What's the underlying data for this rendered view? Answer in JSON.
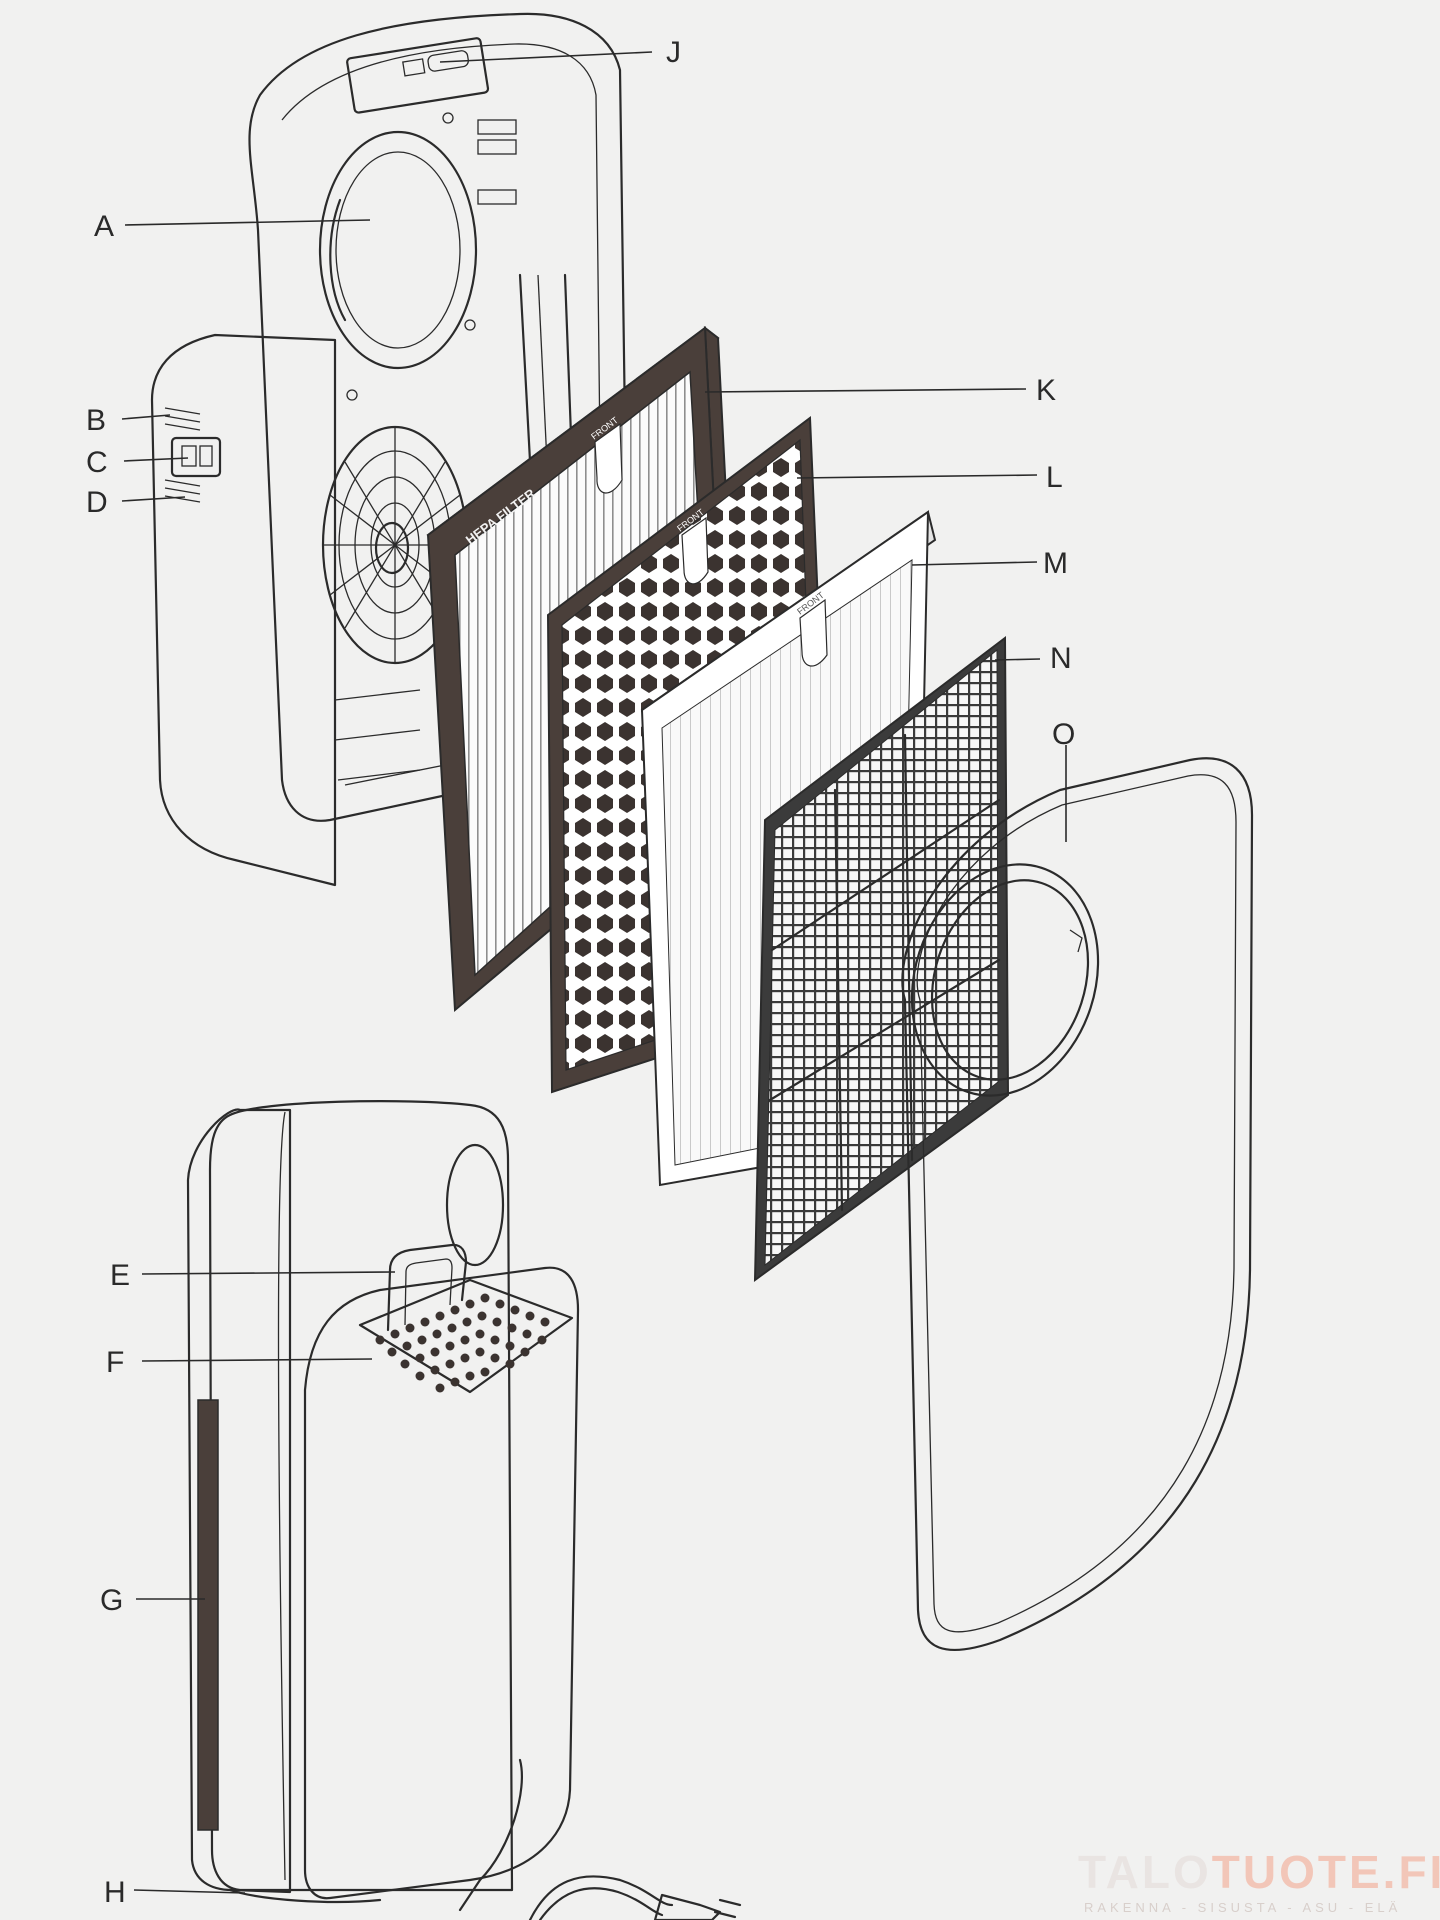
{
  "labels": {
    "A": "A",
    "B": "B",
    "C": "C",
    "D": "D",
    "E": "E",
    "F": "F",
    "G": "G",
    "H": "H",
    "J": "J",
    "K": "K",
    "L": "L",
    "M": "M",
    "N": "N",
    "O": "O"
  },
  "filter_text": {
    "hepa": "HEPA FILTER",
    "front": "FRONT"
  },
  "watermark": {
    "part1": "TALO",
    "part2": "TUOTE.FI",
    "tagline": "RAKENNA - SISUSTA - ASU - ELÄ",
    "color1": "#e9e4e2",
    "color2": "#f2c6b8"
  },
  "colors": {
    "background": "#f1f1f0",
    "ink": "#2b2b2b",
    "dark_frame": "#4a3f3a"
  }
}
